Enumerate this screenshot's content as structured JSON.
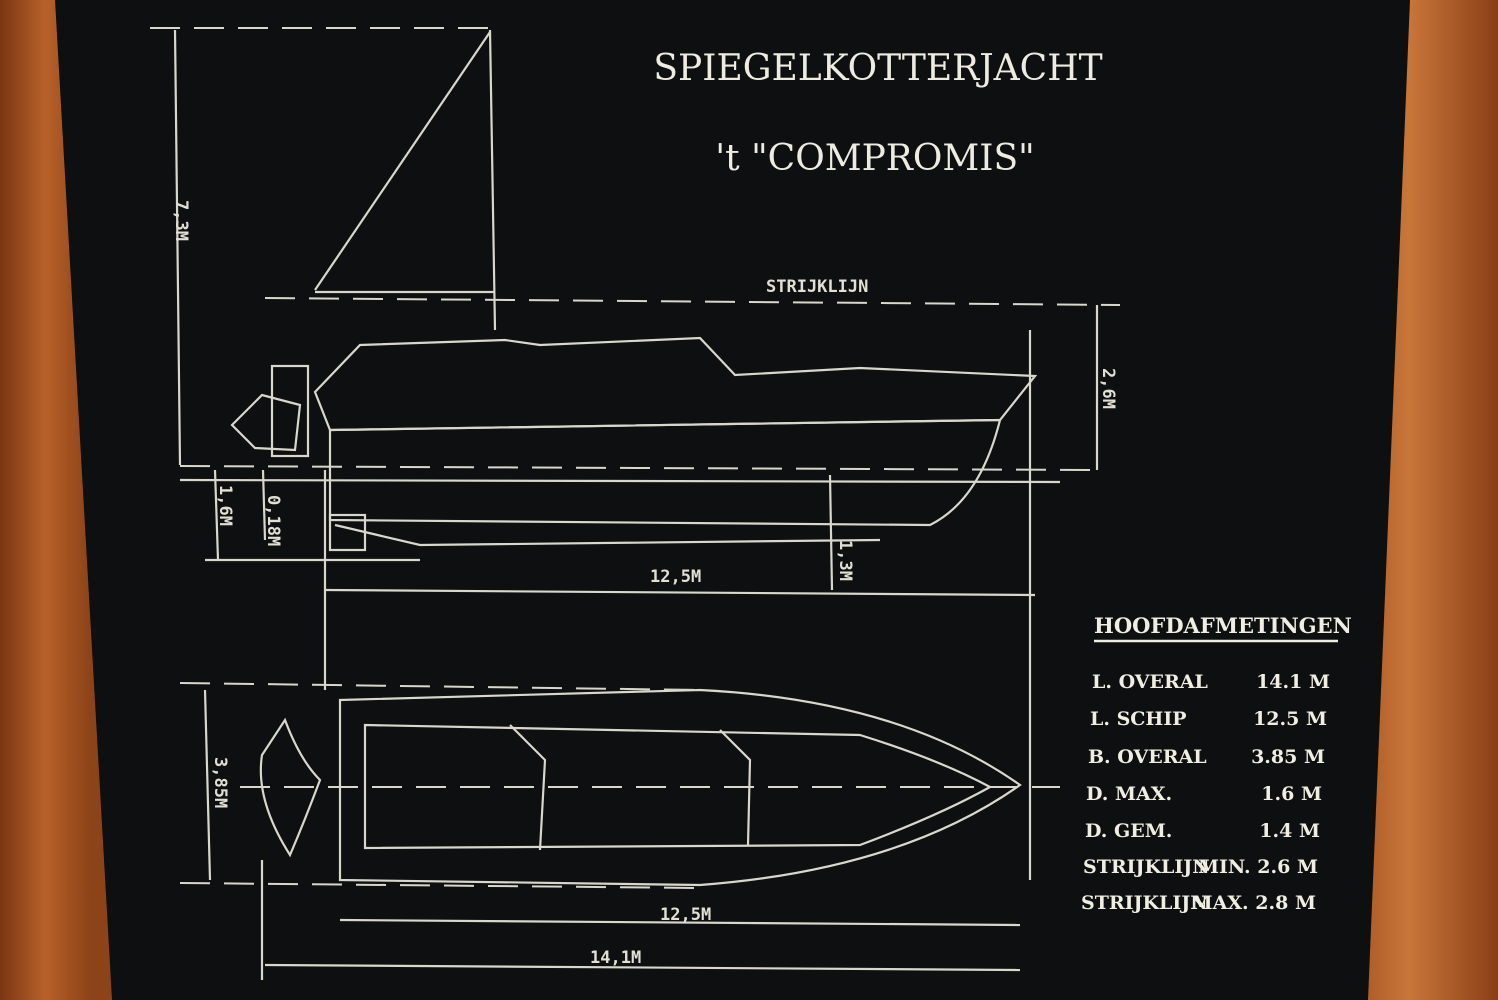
{
  "plaque": {
    "title_line1": "SPIEGELKOTTERJACHT",
    "title_line2": "'t \"COMPROMIS\""
  },
  "side_view": {
    "waterline_label": "STRIJKLIJN",
    "mast_height": "7,3M",
    "freeboard": "2,6M",
    "max_draft": "1,6M",
    "rudder_offset": "0,18M",
    "keel_draft": "1,3M",
    "hull_length": "12,5M"
  },
  "top_view": {
    "beam": "3,85M",
    "hull_length": "12,5M",
    "overall_length": "14,1M"
  },
  "specs": {
    "heading": "HOOFDAFMETINGEN",
    "rows": [
      {
        "label": "L. OVERAL",
        "value": "14.1 M"
      },
      {
        "label": "L. SCHIP",
        "value": "12.5 M"
      },
      {
        "label": "B. OVERAL",
        "value": "3.85 M"
      },
      {
        "label": "D. MAX.",
        "value": "1.6 M"
      },
      {
        "label": "D. GEM.",
        "value": "1.4 M"
      },
      {
        "label": "STRIJKLIJN",
        "value": "MIN. 2.6 M"
      },
      {
        "label": "STRIJKLIJN",
        "value": "MAX. 2.8 M"
      }
    ]
  },
  "colors": {
    "plaque": "#0d0f10",
    "engraving": "#d9d6cc",
    "wood": "#a35220"
  }
}
